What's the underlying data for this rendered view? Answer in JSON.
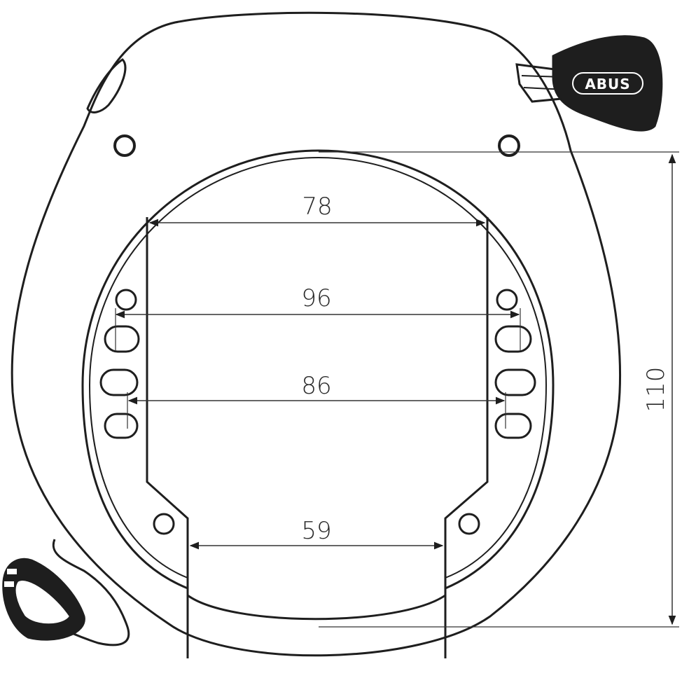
{
  "diagram": {
    "brand": "ABUS",
    "dimensions": {
      "inner_top_width": "78",
      "hole_span_width": "96",
      "slot_span_width": "86",
      "opening_width": "59",
      "height": "110"
    },
    "colors": {
      "line": "#1e1e1e",
      "dimension_line": "#333333",
      "background": "#ffffff"
    }
  }
}
